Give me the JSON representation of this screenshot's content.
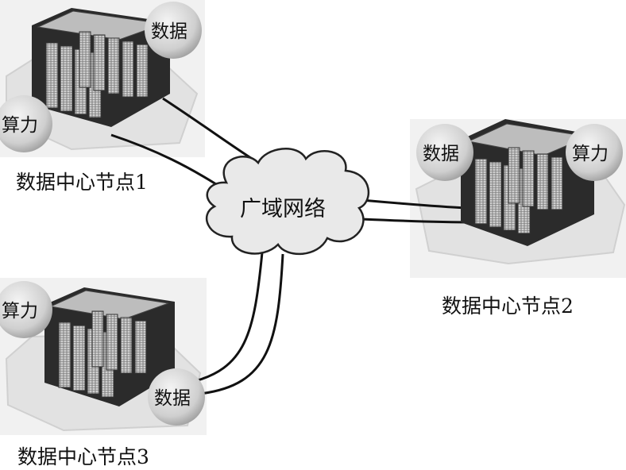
{
  "network": {
    "label": "广域网络"
  },
  "nodes": [
    {
      "id": "node1",
      "caption": "数据中心节点1",
      "data_label": "数据",
      "compute_label": "算力"
    },
    {
      "id": "node2",
      "caption": "数据中心节点2",
      "data_label": "数据",
      "compute_label": "算力"
    },
    {
      "id": "node3",
      "caption": "数据中心节点3",
      "data_label": "数据",
      "compute_label": "算力"
    }
  ],
  "colors": {
    "platform": "#e6e6e6",
    "platform_edge": "#d2d2d2",
    "rack_frame": "#2e2e2e",
    "rack_unit": "#b9b9b9",
    "bubble": "#d4d4d4",
    "cloud": "#e8e8e8",
    "link": "#111111"
  }
}
